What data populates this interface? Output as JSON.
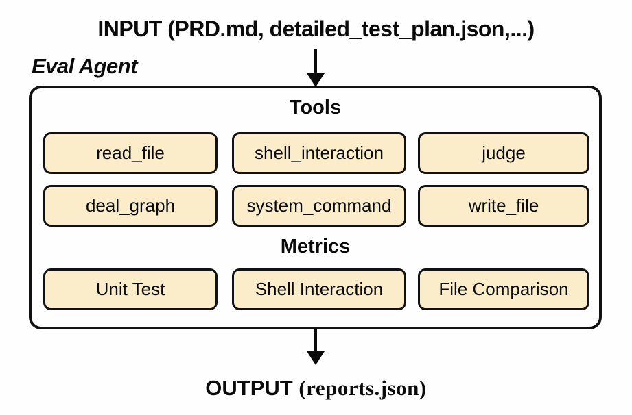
{
  "diagram": {
    "title_hint": "Eval Agent architecture diagram",
    "input_label": "INPUT (PRD.md, detailed_test_plan.json,...)",
    "agent_label": "Eval Agent",
    "container": {
      "tools_header": "Tools",
      "tools": [
        "read_file",
        "shell_interaction",
        "judge",
        "deal_graph",
        "system_command",
        "write_file"
      ],
      "metrics_header": "Metrics",
      "metrics": [
        "Unit Test",
        "Shell Interaction",
        "File Comparison"
      ]
    },
    "output_label_bold": "OUTPUT",
    "output_label_paren": "(reports.json)",
    "colors": {
      "node_fill": "#fbedc9",
      "line_color": "#111111",
      "background": "#fefefe",
      "text_color": "#0a0a0a"
    }
  }
}
